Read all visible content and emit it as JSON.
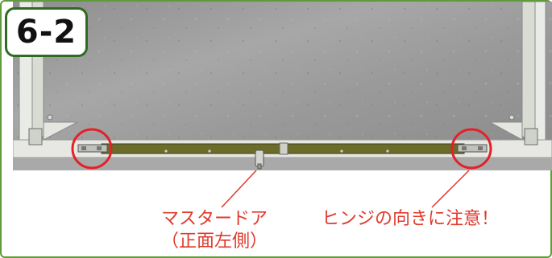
{
  "step_badge": {
    "label": "6-2"
  },
  "callouts": {
    "master_door": {
      "line1": "マスタードア",
      "line2": "（正面左側）"
    },
    "hinge_note": {
      "text": "ヒンジの向きに注意！"
    }
  },
  "colors": {
    "frame_border": "#5e9b3a",
    "badge_border": "#2f6b22",
    "callout_text": "#e03a2c",
    "highlight_circle": "#e4202a",
    "door_rail": "#6b6b2a",
    "concrete": "#9a9a9a"
  },
  "icons": {
    "left_hinge": "hinge-icon",
    "right_hinge": "hinge-icon",
    "door_handle": "handle-icon"
  }
}
